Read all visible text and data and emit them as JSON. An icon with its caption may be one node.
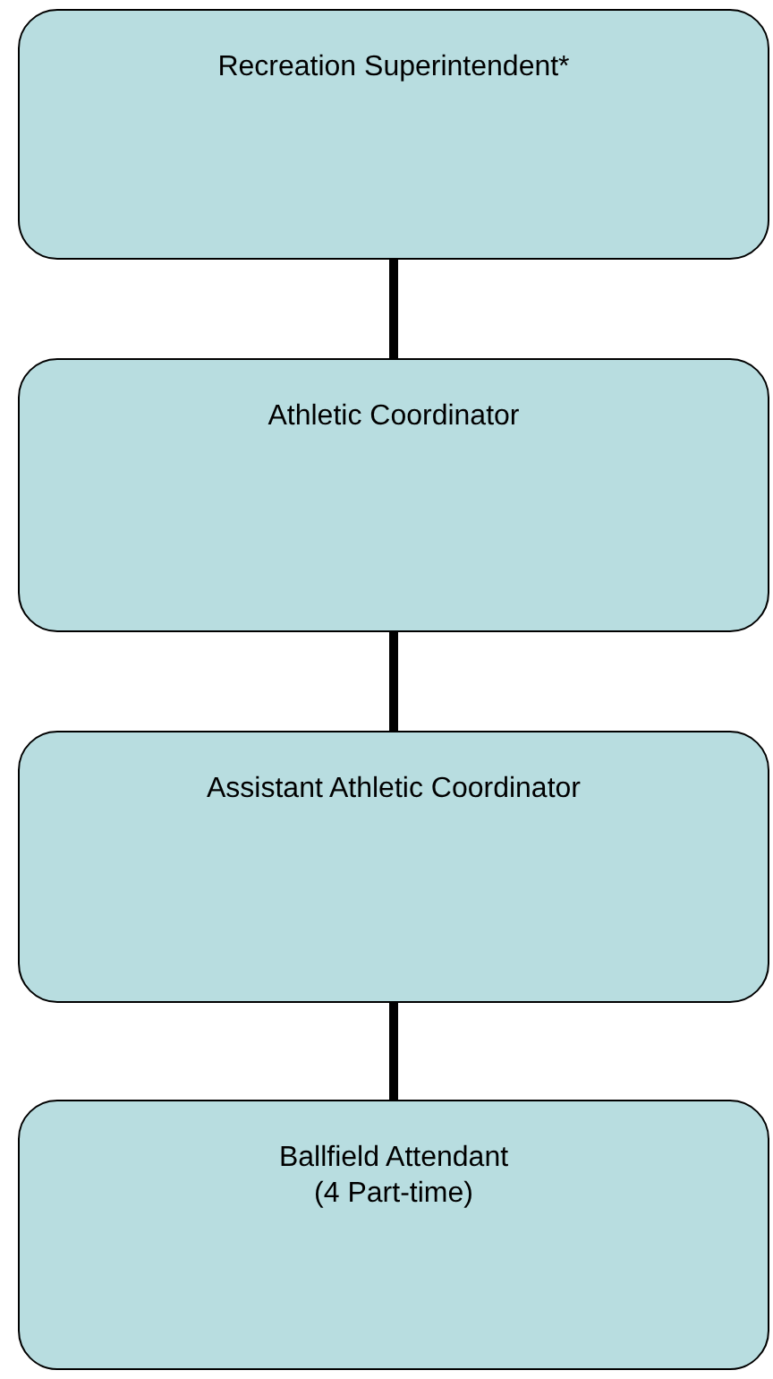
{
  "diagram": {
    "nodes": [
      {
        "text": [
          "Recreation Superintendent*"
        ]
      },
      {
        "text": [
          "Athletic Coordinator"
        ]
      },
      {
        "text": [
          "Assistant Athletic Coordinator"
        ]
      },
      {
        "text": [
          "Ballfield Attendant",
          "(4 Part-time)"
        ]
      }
    ],
    "edges": [
      {
        "from": 0,
        "to": 1,
        "arrow": "none"
      },
      {
        "from": 1,
        "to": 2,
        "arrow": "none"
      },
      {
        "from": 2,
        "to": 3,
        "arrow": "none"
      }
    ]
  }
}
